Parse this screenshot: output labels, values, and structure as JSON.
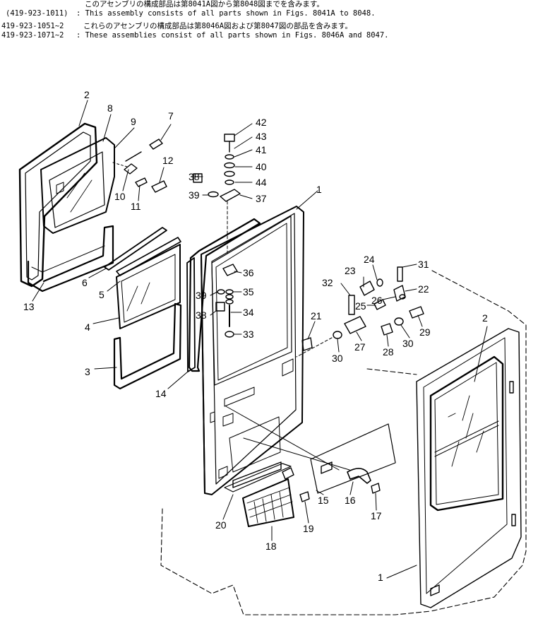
{
  "header": {
    "jp_line1": "このアセンブリの構成部品は第8041A図から第8048図までを含みます。",
    "line1_code": "(419-923-1011)",
    "line1_text": ": This assembly consists of all parts shown in Figs. 8041A to 8048.",
    "line2_code": "419-923-1051~2",
    "line2_text": "これらのアセンブリの構成部品は第8046A図および第8047図の部品を含みます。",
    "line3_code": "419-923-1071~2",
    "line3_text": ": These assemblies consist of all parts shown in Figs. 8046A and 8047."
  },
  "callouts": {
    "c1a": "1",
    "c1b": "1",
    "c2a": "2",
    "c2b": "2",
    "c3": "3",
    "c4": "4",
    "c5": "5",
    "c6": "6",
    "c7": "7",
    "c8": "8",
    "c9": "9",
    "c10": "10",
    "c11": "11",
    "c12": "12",
    "c13": "13",
    "c14": "14",
    "c15": "15",
    "c16": "16",
    "c17": "17",
    "c18": "18",
    "c19": "19",
    "c20": "20",
    "c21": "21",
    "c22": "22",
    "c23": "23",
    "c24": "24",
    "c25": "25",
    "c26": "26",
    "c27": "27",
    "c28": "28",
    "c29": "29",
    "c30a": "30",
    "c30b": "30",
    "c31": "31",
    "c32": "32",
    "c33": "33",
    "c34": "34",
    "c35": "35",
    "c36": "36",
    "c37": "37",
    "c38a": "38",
    "c38b": "38",
    "c39a": "39",
    "c39b": "39",
    "c40": "40",
    "c41": "41",
    "c42": "42",
    "c43": "43",
    "c44": "44"
  }
}
